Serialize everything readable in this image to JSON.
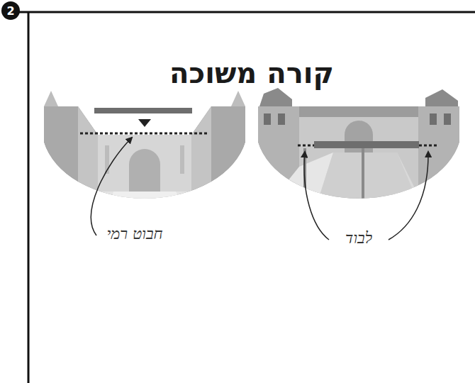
{
  "diagram": {
    "title": "קורה משוכה",
    "labels": [
      "2",
      "חבוט רמי",
      "לבוד"
    ]
  }
}
